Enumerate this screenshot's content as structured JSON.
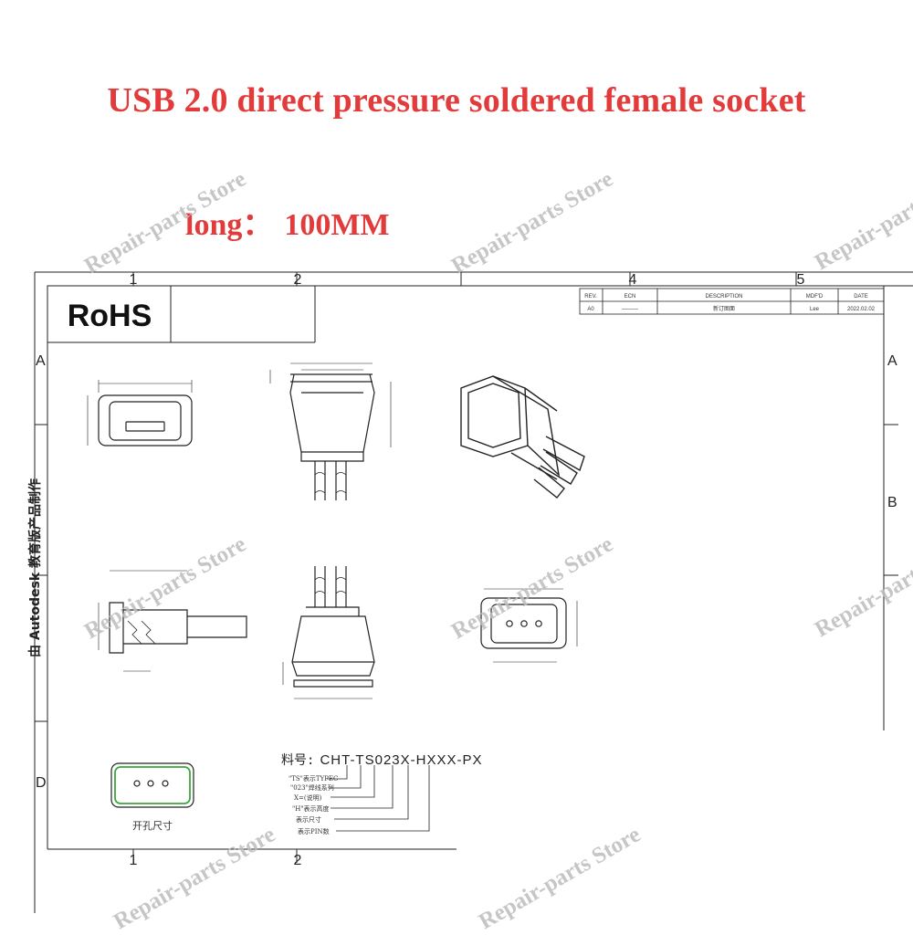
{
  "title": "USB 2.0 direct pressure soldered female socket",
  "length": {
    "label": "long：",
    "value": "100MM"
  },
  "watermark": "Repair-parts Store",
  "drawing": {
    "badge": "RoHS",
    "column_numbers": [
      "1",
      "2",
      "4",
      "5"
    ],
    "row_letters": [
      "A",
      "B",
      "D"
    ],
    "revision_table": {
      "headers": [
        "REV.",
        "ECN",
        "DESCRIPTION",
        "MDF'D",
        "DATE"
      ],
      "row": [
        "A0",
        "———",
        "新订图面",
        "Lee",
        "2022.02.02"
      ]
    },
    "side_text": "由 Autodesk 教育版产品制作",
    "part_number": {
      "label": "料号:",
      "code": "CHT-TS023X-HXXX-PX"
    },
    "legend": [
      "\"TS\"表示TYPEC",
      "\"023\"焊线系列",
      "X=(说明)",
      "\"H\"表示高度",
      "表示尺寸",
      "表示PIN数"
    ],
    "cutout_label": "开孔尺寸"
  },
  "colors": {
    "title": "#e23b3b",
    "watermark": "#bdbdbd",
    "cutout_outline": "#3aa83a"
  }
}
